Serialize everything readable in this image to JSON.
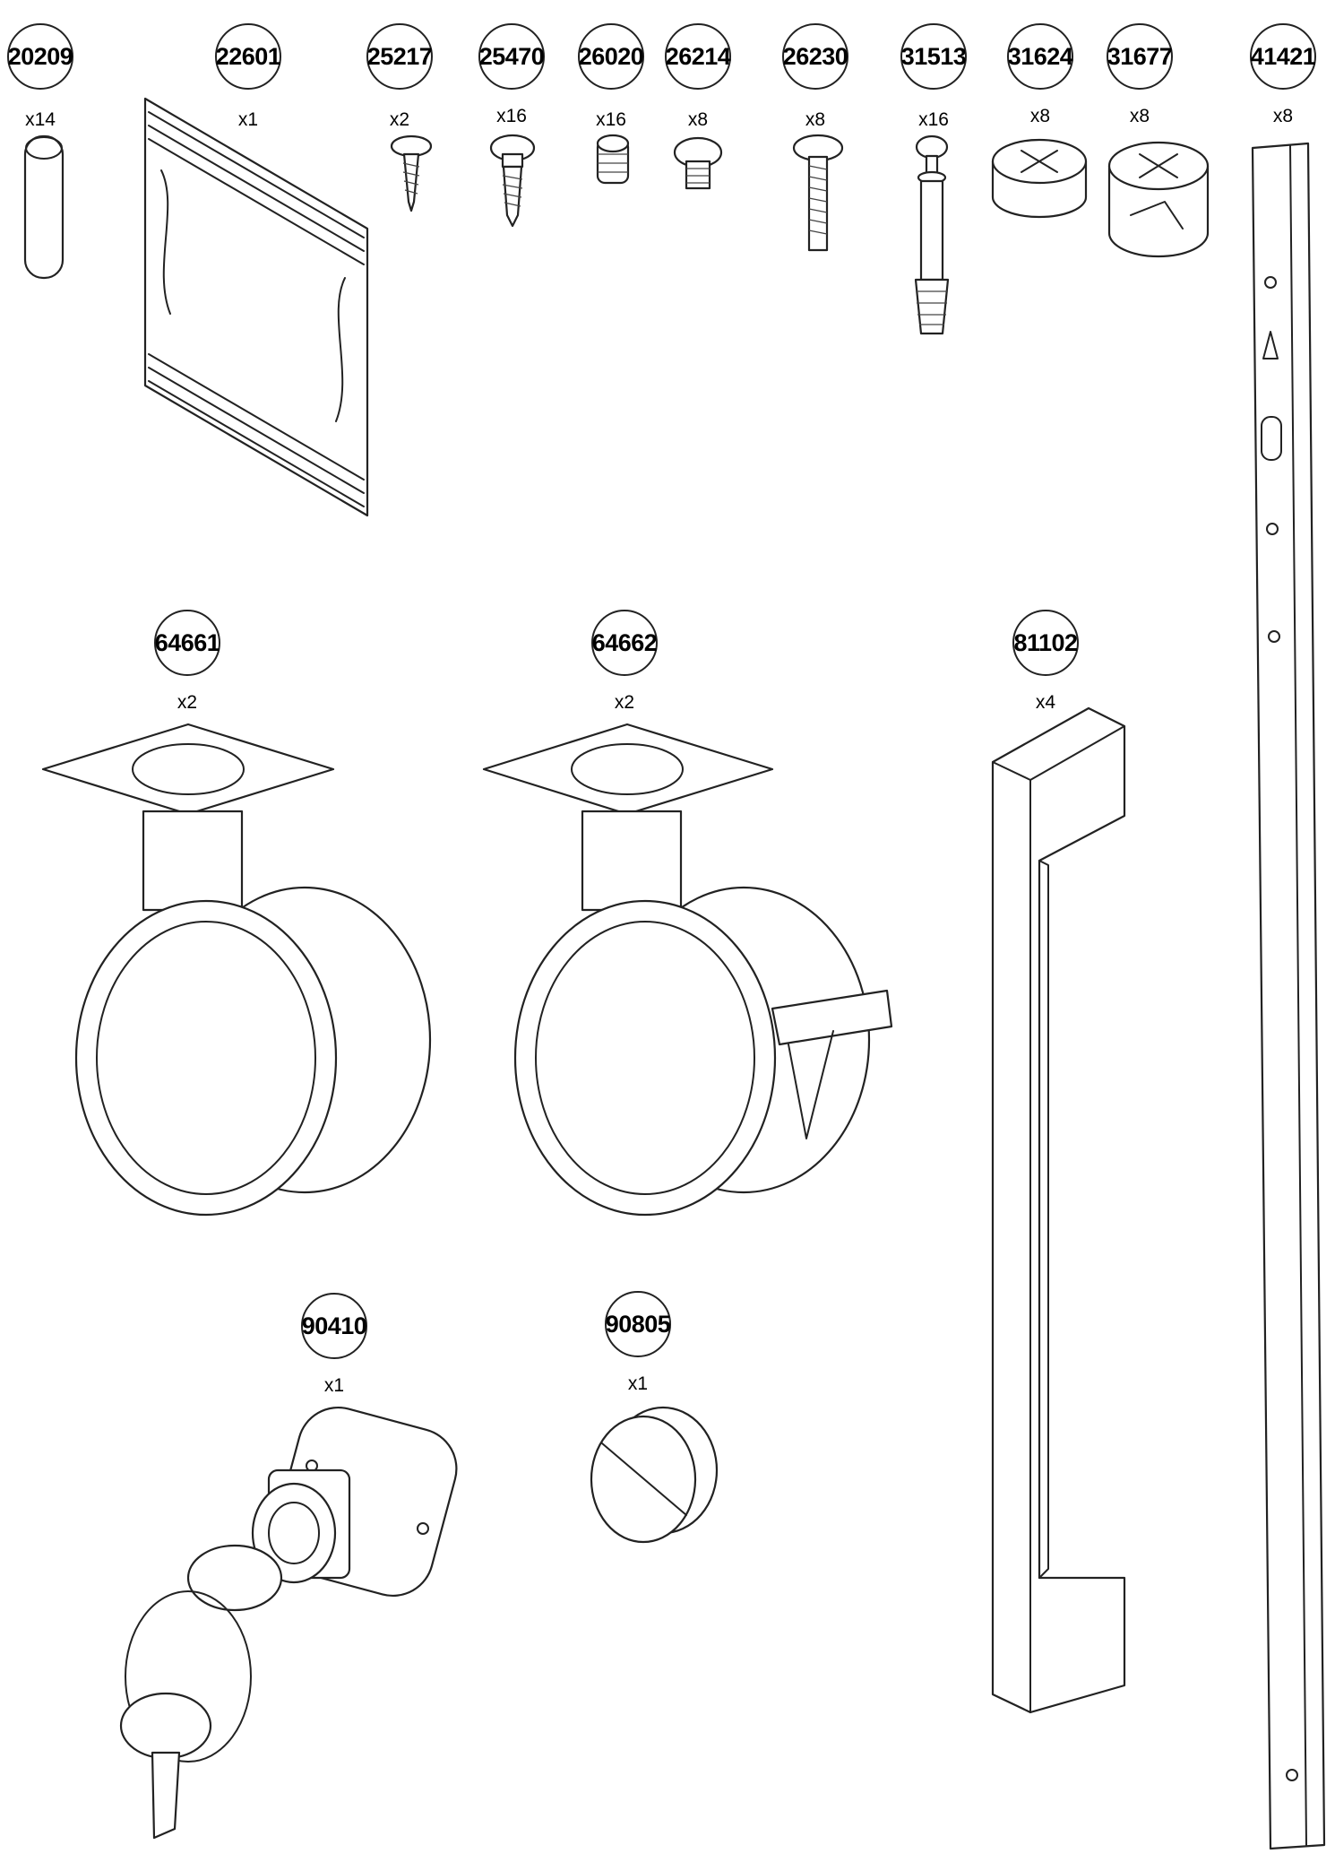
{
  "parts": [
    {
      "code": "20209",
      "qty": "x14",
      "icon": "dowel-icon"
    },
    {
      "code": "22601",
      "qty": "x1",
      "icon": "bag-icon"
    },
    {
      "code": "25217",
      "qty": "x2",
      "icon": "screw-icon"
    },
    {
      "code": "25470",
      "qty": "x16",
      "icon": "screw-icon"
    },
    {
      "code": "26020",
      "qty": "x16",
      "icon": "insert-icon"
    },
    {
      "code": "26214",
      "qty": "x8",
      "icon": "screw-icon"
    },
    {
      "code": "26230",
      "qty": "x8",
      "icon": "screw-icon"
    },
    {
      "code": "31513",
      "qty": "x16",
      "icon": "cam-bolt-icon"
    },
    {
      "code": "31624",
      "qty": "x8",
      "icon": "cam-lock-icon"
    },
    {
      "code": "31677",
      "qty": "x8",
      "icon": "cam-lock-icon"
    },
    {
      "code": "41421",
      "qty": "x8",
      "icon": "rail-icon"
    },
    {
      "code": "64661",
      "qty": "x2",
      "icon": "caster-icon"
    },
    {
      "code": "64662",
      "qty": "x2",
      "icon": "caster-brake-icon"
    },
    {
      "code": "81102",
      "qty": "x4",
      "icon": "handle-icon"
    },
    {
      "code": "90410",
      "qty": "x1",
      "icon": "lock-key-icon"
    },
    {
      "code": "90805",
      "qty": "x1",
      "icon": "cap-icon"
    }
  ]
}
